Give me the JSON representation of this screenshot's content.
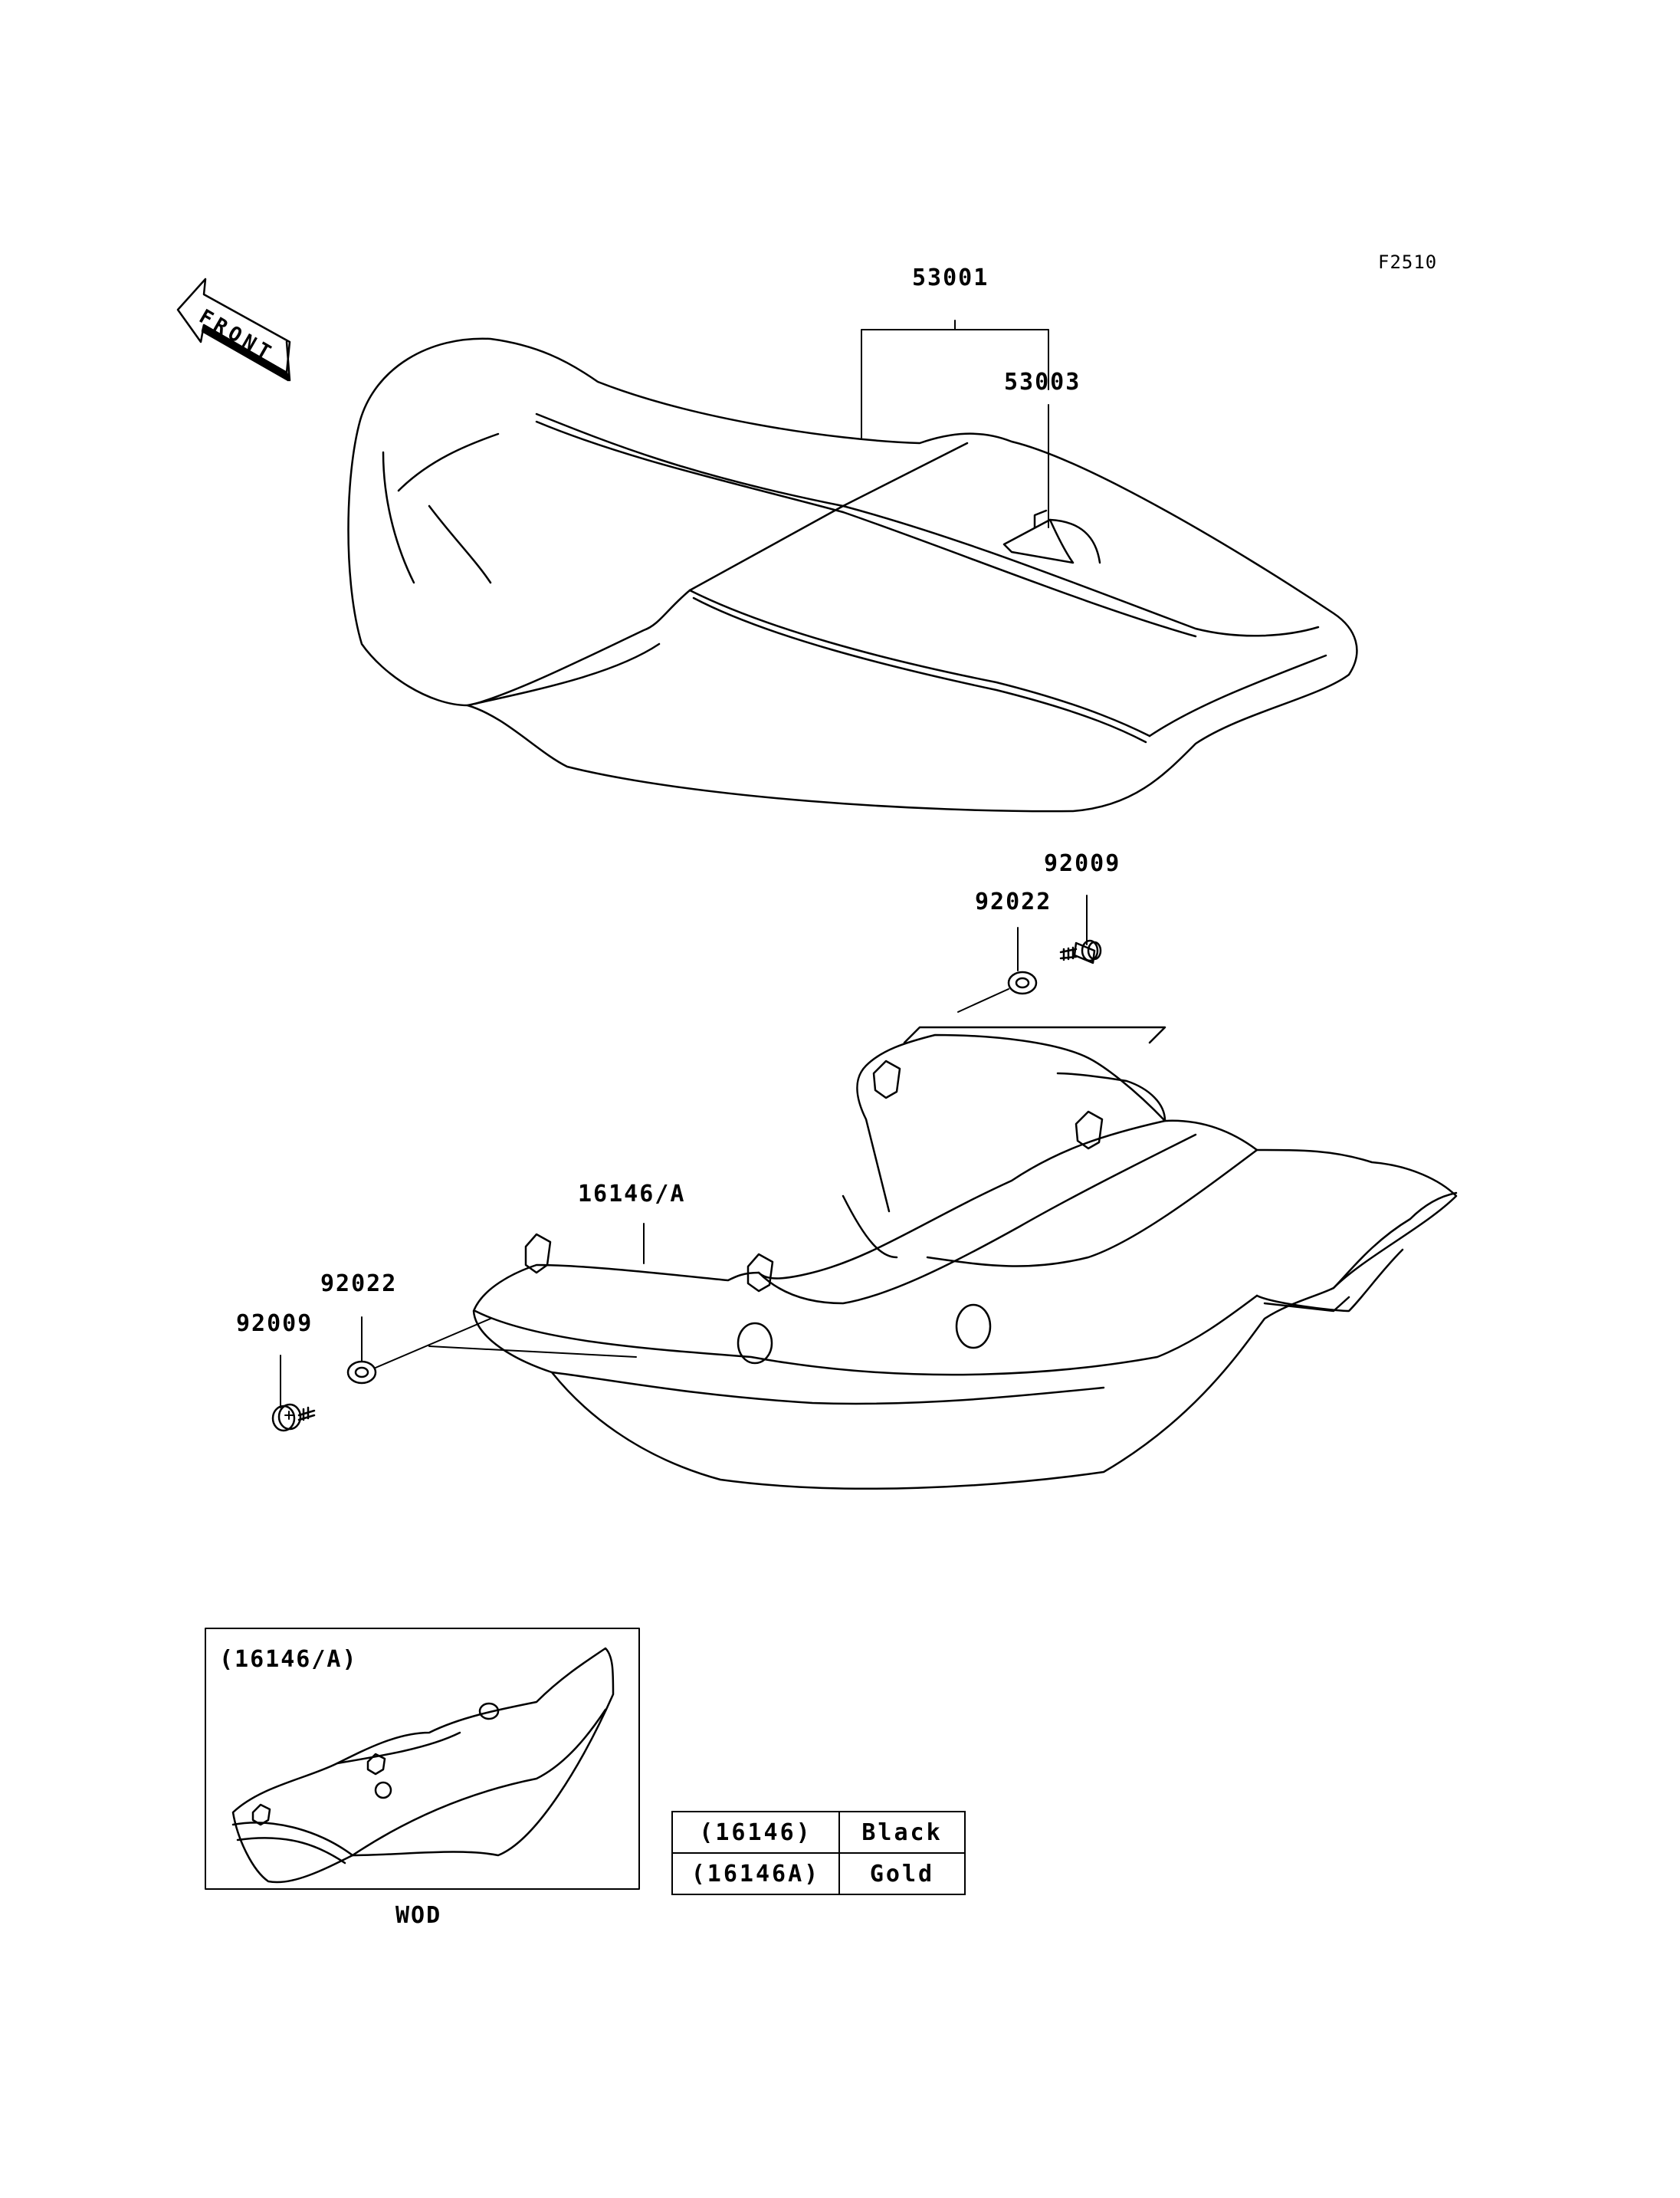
{
  "figure_code": "F2510",
  "front_arrow": {
    "label": "FRONT"
  },
  "parts": {
    "seat": "53001",
    "seat_label": "53003",
    "bolt_right": "92009",
    "washer_right": "92022",
    "side_cover": "16146/A",
    "washer_left": "92022",
    "bolt_left": "92009"
  },
  "inset": {
    "title": "(16146/A)",
    "caption": "WOD"
  },
  "color_table": {
    "rows": [
      {
        "code": "(16146)",
        "color": "Black"
      },
      {
        "code": "(16146A)",
        "color": "Gold"
      }
    ]
  }
}
